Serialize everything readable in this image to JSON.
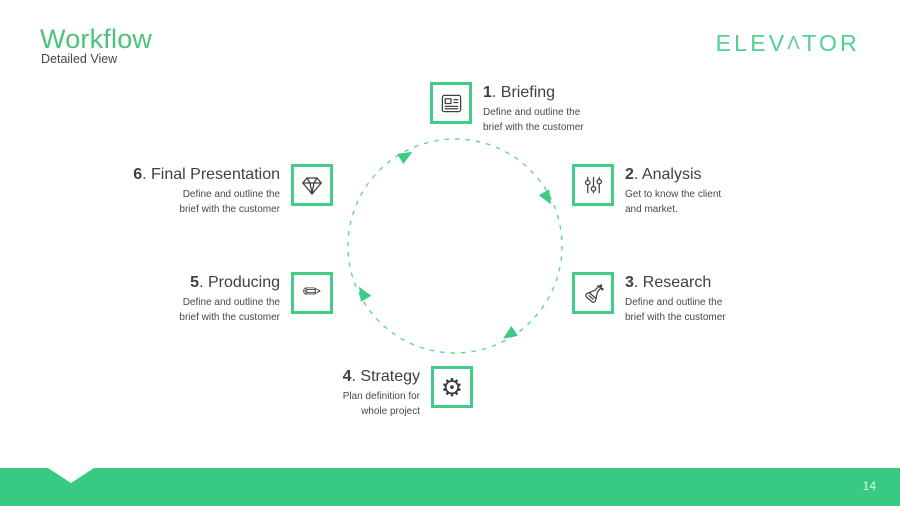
{
  "header": {
    "title": "Workflow",
    "subtitle": "Detailed View",
    "logo": {
      "pre": "ELEV",
      "caret": "Λ",
      "post": "TOR"
    }
  },
  "separator": ". ",
  "steps": [
    {
      "number": "1",
      "name": "Briefing",
      "description": "Define and outline the\nbrief with the customer",
      "icon": "news-icon"
    },
    {
      "number": "2",
      "name": "Analysis",
      "description": "Get to know the client\nand market.",
      "icon": "sliders-icon"
    },
    {
      "number": "3",
      "name": "Research",
      "description": "Define and outline the\nbrief with the customer",
      "icon": "flask-icon"
    },
    {
      "number": "4",
      "name": "Strategy",
      "description": "Plan definition for\nwhole project",
      "icon": "gear-icon"
    },
    {
      "number": "5",
      "name": "Producing",
      "description": "Define and outline the\nbrief with the customer",
      "icon": "pencil-icon"
    },
    {
      "number": "6",
      "name": "Final Presentation",
      "description": "Define and outline the\nbrief with the customer",
      "icon": "diamond-icon"
    }
  ],
  "diagram": {
    "type": "cycle",
    "direction": "clockwise",
    "arrow_count": 4,
    "style": "dashed-circle"
  },
  "footer": {
    "page_number": "14"
  },
  "colors": {
    "accent_green": "#3bcb84",
    "bar_green": "#38ca82",
    "box_border_green": "#41cd88",
    "circle_dash_green": "#5fd79c",
    "logo_green": "#50d093",
    "title_green": "#4cc27d",
    "icon_dark": "#3b4043",
    "text_dark": "#3d4145",
    "text_muted": "#46494c"
  }
}
